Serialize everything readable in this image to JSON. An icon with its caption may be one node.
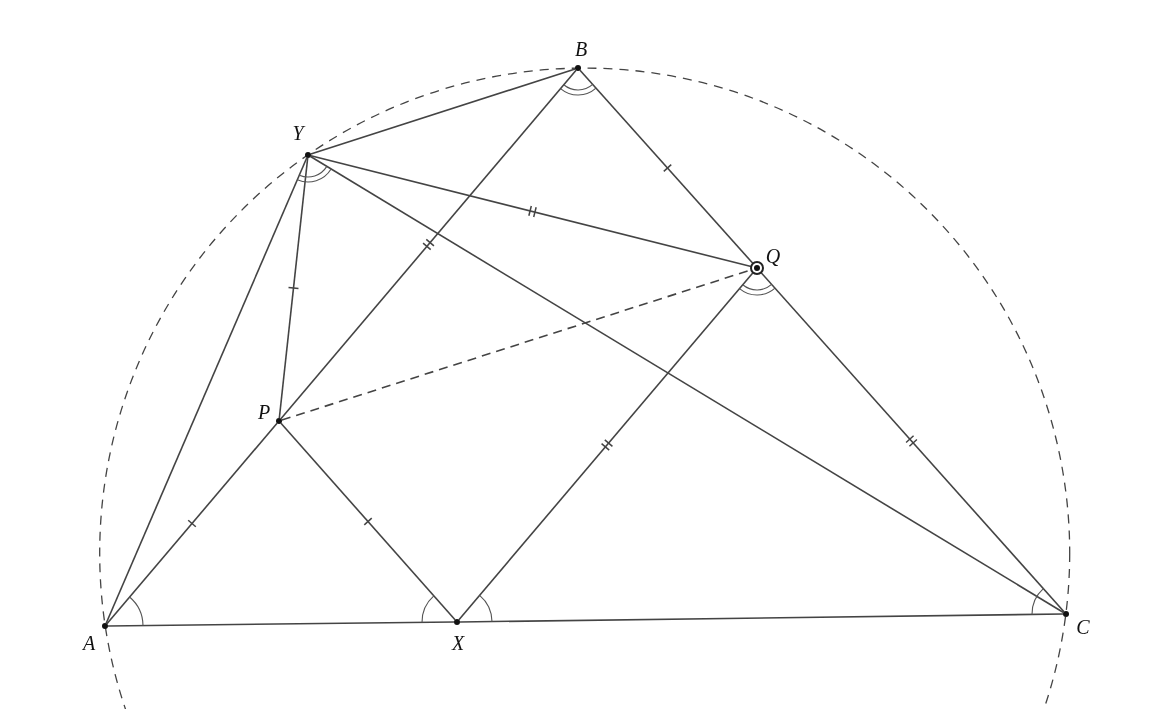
{
  "diagram": {
    "nodes": [
      {
        "text": [
          "B"
        ]
      },
      {
        "text": [
          "Y"
        ]
      },
      {
        "text": [
          "Q"
        ]
      },
      {
        "text": [
          "P"
        ]
      },
      {
        "text": [
          "A"
        ]
      },
      {
        "text": [
          "X"
        ]
      },
      {
        "text": [
          "C"
        ]
      }
    ],
    "edges": [
      {
        "from": 4,
        "to": 3,
        "arrow": "none"
      },
      {
        "from": 3,
        "to": 0,
        "arrow": "none"
      },
      {
        "from": 0,
        "to": 2,
        "arrow": "none"
      },
      {
        "from": 2,
        "to": 6,
        "arrow": "none"
      },
      {
        "from": 4,
        "to": 5,
        "arrow": "none"
      },
      {
        "from": 5,
        "to": 6,
        "arrow": "none"
      },
      {
        "from": 4,
        "to": 1,
        "arrow": "none"
      },
      {
        "from": 1,
        "to": 0,
        "arrow": "none"
      },
      {
        "from": 1,
        "to": 3,
        "arrow": "none"
      },
      {
        "from": 1,
        "to": 2,
        "arrow": "none"
      },
      {
        "from": 1,
        "to": 6,
        "arrow": "none"
      },
      {
        "from": 3,
        "to": 2,
        "arrow": "none",
        "style": "dashed"
      },
      {
        "from": 3,
        "to": 5,
        "arrow": "none"
      },
      {
        "from": 5,
        "to": 2,
        "arrow": "none"
      }
    ]
  }
}
